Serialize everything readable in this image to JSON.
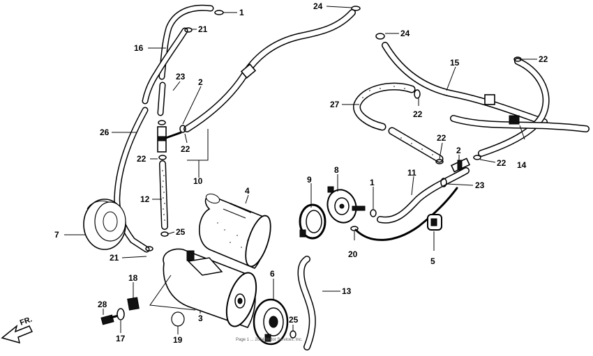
{
  "diagram": {
    "callouts": {
      "c1": "1",
      "c21a": "21",
      "c16": "16",
      "c23a": "23",
      "c2a": "2",
      "c26": "26",
      "c22a": "22",
      "c22b": "22",
      "c10": "10",
      "c12": "12",
      "c4": "4",
      "c25a": "25",
      "c7": "7",
      "c21b": "21",
      "c18": "18",
      "c28": "28",
      "c17": "17",
      "c19": "19",
      "c3": "3",
      "c6": "6",
      "c25b": "25",
      "c24a": "24",
      "c24b": "24",
      "c15": "15",
      "c22c": "22",
      "c27": "27",
      "c22d": "22",
      "c22e": "22",
      "c2b": "2",
      "c22f": "22",
      "c14": "14",
      "c11": "11",
      "c23b": "23",
      "c9": "9",
      "c8": "8",
      "c1b": "1",
      "c20": "20",
      "c5": "5",
      "c13": "13"
    },
    "direction_label": "FR.",
    "footer": "Page 1 ... 2024 Motor Services, Inc."
  }
}
